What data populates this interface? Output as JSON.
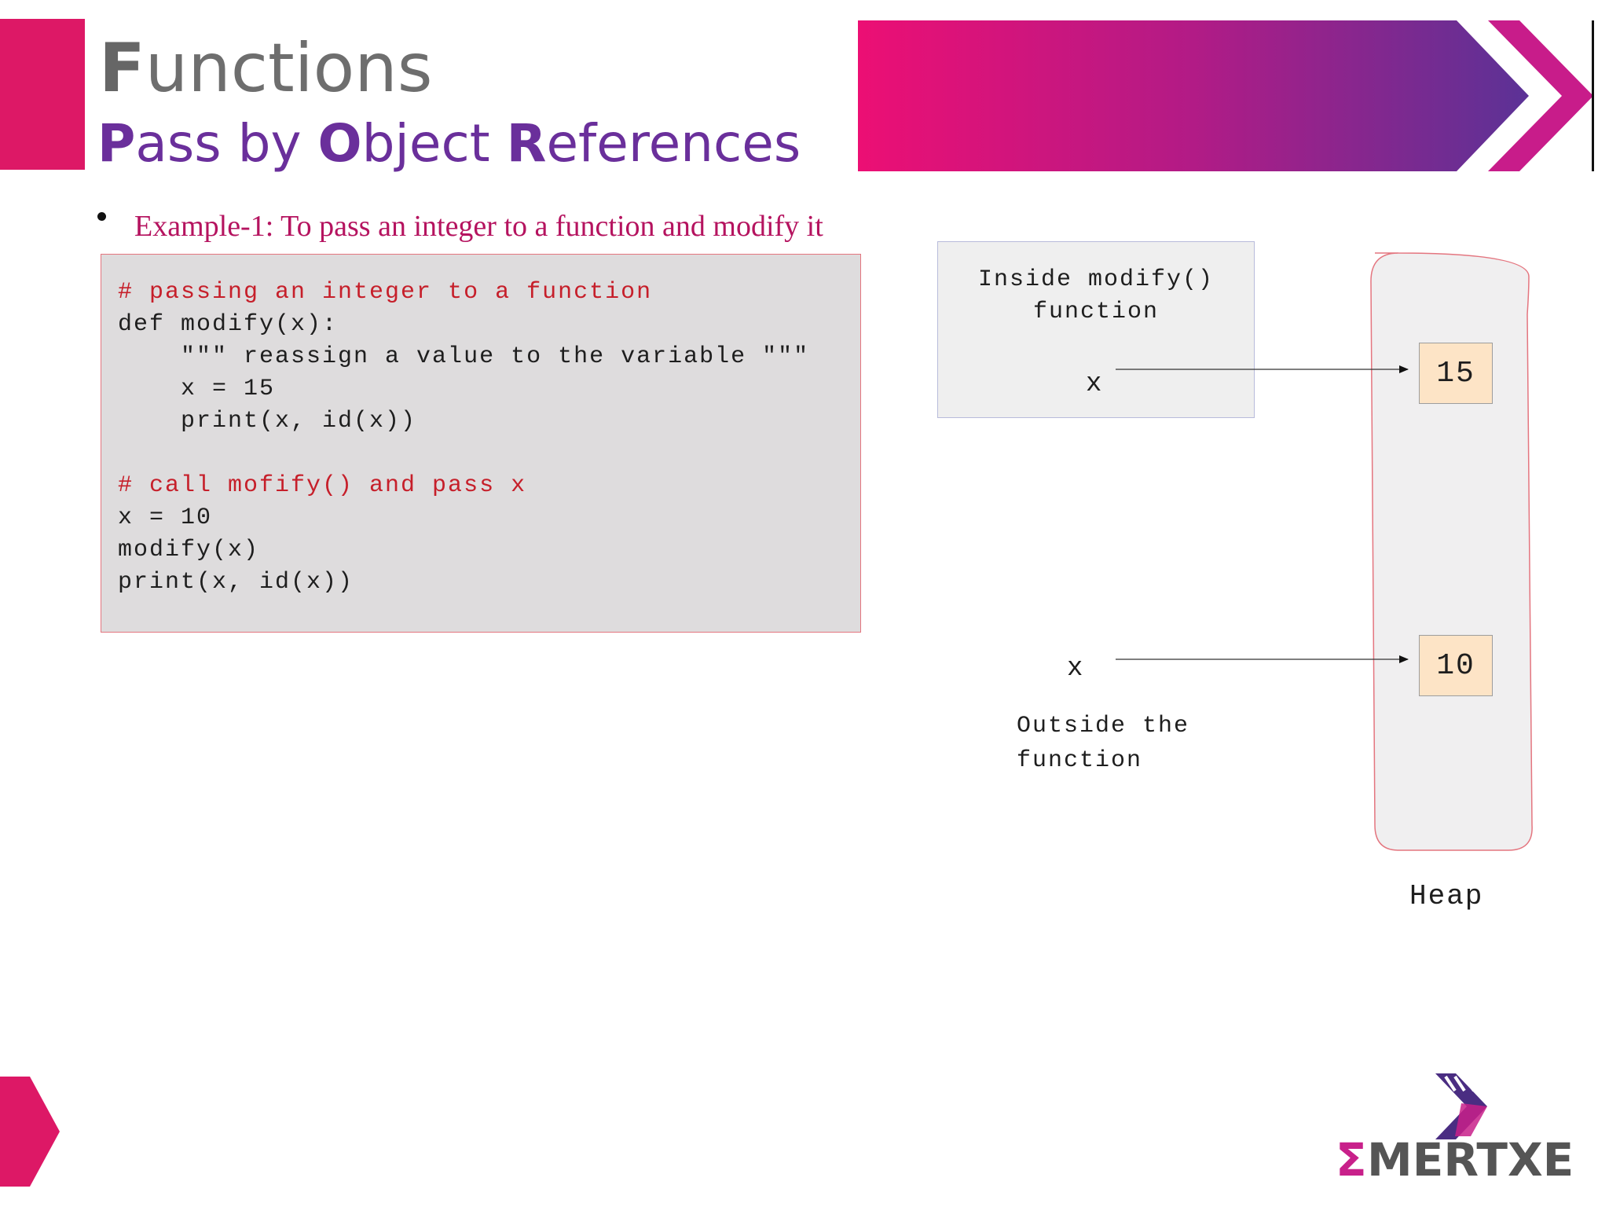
{
  "header": {
    "title": {
      "cap": "F",
      "rest": "unctions"
    },
    "subtitle": [
      {
        "cap": "P",
        "rest": "ass by "
      },
      {
        "cap": "O",
        "rest": "bject "
      },
      {
        "cap": "R",
        "rest": "eferences"
      }
    ]
  },
  "example": {
    "title": "Example-1: To pass an integer to a function and modify it",
    "code": [
      {
        "text": "# passing an integer to a function",
        "kind": "comment"
      },
      {
        "text": "def modify(x):",
        "kind": "code"
      },
      {
        "text": "    \"\"\" reassign a value to the variable \"\"\"",
        "kind": "code"
      },
      {
        "text": "    x = 15",
        "kind": "code"
      },
      {
        "text": "    print(x, id(x))",
        "kind": "code"
      },
      {
        "text": "",
        "kind": "code"
      },
      {
        "text": "# call mofify() and pass x",
        "kind": "comment"
      },
      {
        "text": "x = 10",
        "kind": "code"
      },
      {
        "text": "modify(x)",
        "kind": "code"
      },
      {
        "text": "print(x, id(x))",
        "kind": "code"
      }
    ]
  },
  "diagram": {
    "inside_label": "Inside modify()\nfunction",
    "inside_var": "x",
    "outside_var": "x",
    "outside_label": "Outside the\nfunction",
    "heap_values": [
      "15",
      "10"
    ],
    "heap_label": "Heap"
  },
  "logo": {
    "text": "MERTXE",
    "symbol": "Σ"
  },
  "colors": {
    "accent_pink": "#dd1866",
    "accent_purple": "#6a2f9b",
    "code_comment": "#c61f2a",
    "example_title": "#b5135f",
    "heap_value_fill": "#fde4c6"
  }
}
